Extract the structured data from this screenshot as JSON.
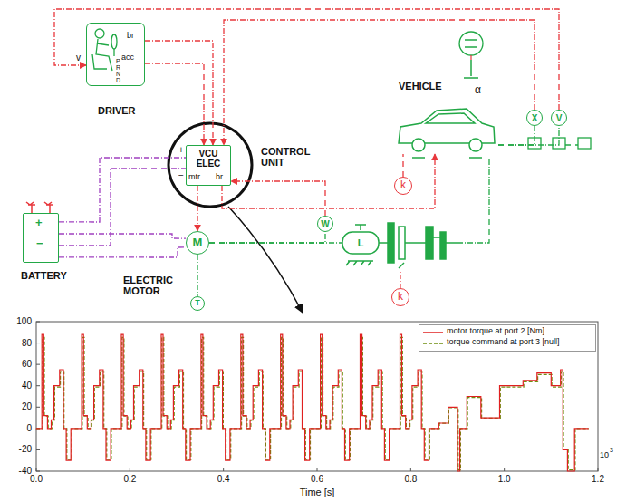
{
  "diagram": {
    "nodes": [
      {
        "text": [
          "DRIVER"
        ]
      },
      {
        "text": [
          "VCU ELEC",
          "CONTROL UNIT"
        ]
      },
      {
        "text": [
          "BATTERY"
        ]
      },
      {
        "text": [
          "M",
          "ELECTRIC MOTOR"
        ]
      },
      {
        "text": [
          "VEHICLE"
        ]
      },
      {
        "text": [
          "k"
        ]
      },
      {
        "text": [
          "W"
        ]
      },
      {
        "text": [
          "L"
        ]
      },
      {
        "text": [
          "k"
        ]
      },
      {
        "text": [
          "X"
        ]
      },
      {
        "text": [
          "V"
        ]
      },
      {
        "text": [
          "T"
        ]
      }
    ],
    "edges": [
      {
        "from": 10,
        "to": 0,
        "arrow": "to"
      },
      {
        "from": 0,
        "to": 1,
        "arrow": "to"
      },
      {
        "from": 0,
        "to": 1,
        "arrow": "to"
      },
      {
        "from": 9,
        "to": 1,
        "arrow": "to"
      },
      {
        "from": 1,
        "to": 3,
        "arrow": "to"
      },
      {
        "from": 6,
        "to": 1,
        "arrow": "to"
      },
      {
        "from": 1,
        "to": 4,
        "arrow": "to"
      },
      {
        "from": 2,
        "to": 1,
        "arrow": "none"
      },
      {
        "from": 2,
        "to": 1,
        "arrow": "none"
      },
      {
        "from": 2,
        "to": 3,
        "arrow": "none"
      },
      {
        "from": 2,
        "to": 3,
        "arrow": "none"
      },
      {
        "from": 3,
        "to": 11,
        "arrow": "none"
      },
      {
        "from": 3,
        "to": 7,
        "arrow": "none"
      },
      {
        "from": 3,
        "to": 6,
        "arrow": "none"
      },
      {
        "from": 5,
        "to": 4,
        "arrow": "none"
      },
      {
        "from": 4,
        "to": 9,
        "arrow": "none"
      },
      {
        "from": 4,
        "to": 10,
        "arrow": "none"
      }
    ],
    "labels": [
      "v",
      "br",
      "acc",
      "P",
      "R",
      "N",
      "D",
      "+",
      "−",
      "+",
      "−",
      "mtr",
      "br",
      "α",
      "100",
      "80",
      "60",
      "40",
      "20",
      "0",
      "-20",
      "-40",
      "0.0",
      "0.2",
      "0.4",
      "0.6",
      "0.8",
      "1.0",
      "1.2",
      "Time [s]",
      "10",
      "3"
    ],
    "legend": [
      {
        "text": "motor torque at port 2 [Nm]"
      },
      {
        "text": "torque command at port 3 [null]"
      }
    ]
  }
}
